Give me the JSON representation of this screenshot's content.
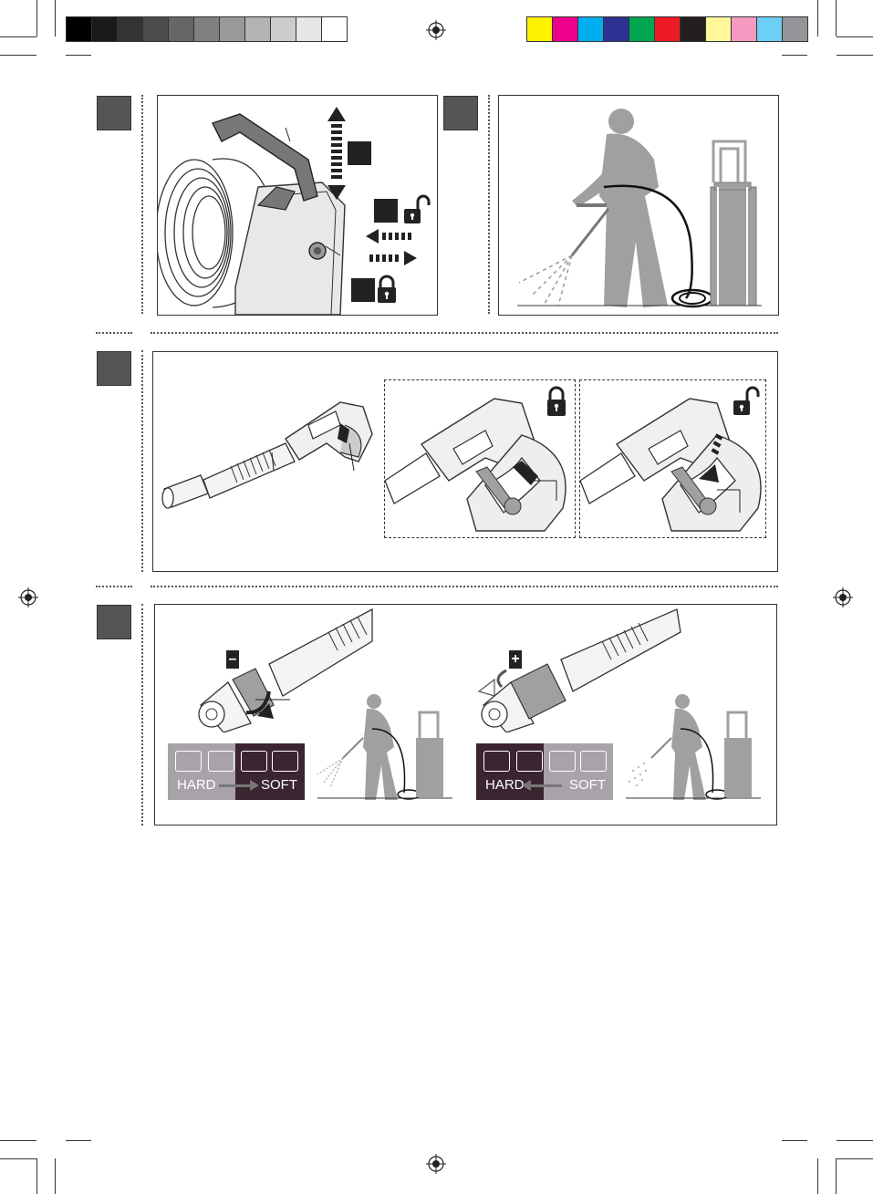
{
  "colors": {
    "grayscale_strip": [
      "#000000",
      "#1a1a1a",
      "#333333",
      "#4d4d4d",
      "#666666",
      "#808080",
      "#999999",
      "#b3b3b3",
      "#cccccc",
      "#e6e6e6",
      "#ffffff"
    ],
    "color_strip": [
      "#fff200",
      "#ec008c",
      "#00aeef",
      "#2e3192",
      "#00a651",
      "#ed1c24",
      "#231f20",
      "#fff799",
      "#f49ac1",
      "#6dcff6",
      "#939598"
    ],
    "step_box": "#555555",
    "figure_gray": "#a0a0a0",
    "scale_dark": "#3a2530"
  },
  "icons": {
    "unlock": "unlock-icon",
    "lock": "lock-icon",
    "registration_mark": "registration-mark-icon"
  },
  "panel4": {
    "minus_sign": "–",
    "plus_sign": "+",
    "scale_left": {
      "hard": "HARD",
      "soft": "SOFT"
    },
    "scale_right": {
      "hard": "HARD",
      "soft": "SOFT"
    }
  }
}
